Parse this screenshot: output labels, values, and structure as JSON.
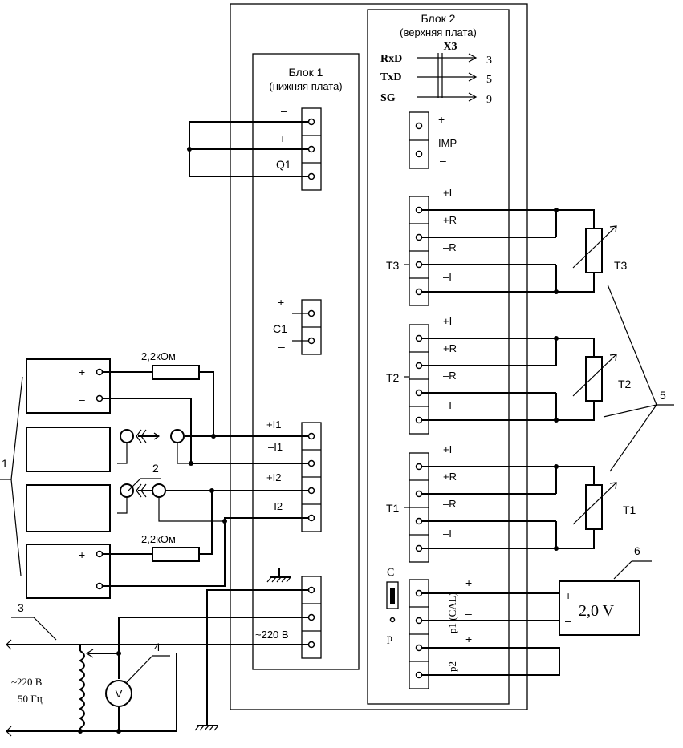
{
  "block1": {
    "title": "Блок 1",
    "subtitle": "(нижняя плата)"
  },
  "block2": {
    "title": "Блок 2",
    "subtitle": "(верхняя плата)"
  },
  "x3": {
    "label": "X3",
    "signals": [
      "RxD",
      "TxD",
      "SG"
    ],
    "pins": [
      "3",
      "5",
      "9"
    ]
  },
  "q1": {
    "name": "Q1",
    "minus": "–",
    "plus": "+"
  },
  "c1": {
    "name": "C1",
    "plus": "+",
    "minus": "–"
  },
  "imp": {
    "name": "IMP",
    "plus": "+",
    "minus": "–"
  },
  "current_terminals": [
    "+I1",
    "–I1",
    "+I2",
    "–I2"
  ],
  "power": {
    "label": "~220 В"
  },
  "mains": {
    "line1": "~220 В",
    "line2": "50 Гц"
  },
  "resistor_label": "2,2кОм",
  "sensors": [
    {
      "name": "T3",
      "pins": [
        "+I",
        "+R",
        "–R",
        "–I"
      ]
    },
    {
      "name": "T2",
      "pins": [
        "+I",
        "+R",
        "–R",
        "–I"
      ]
    },
    {
      "name": "T1",
      "pins": [
        "+I",
        "+R",
        "–R",
        "–I"
      ]
    }
  ],
  "switch": {
    "top": "C",
    "bottom": "p"
  },
  "calibration": {
    "p1": "p1 (CAL)",
    "p2": "p2",
    "plus": "+",
    "minus": "–",
    "source_value": "2,0 V"
  },
  "voltmeter": "V",
  "source_plus": "+",
  "source_minus": "–",
  "callouts": [
    "1",
    "2",
    "3",
    "4",
    "5",
    "6"
  ]
}
